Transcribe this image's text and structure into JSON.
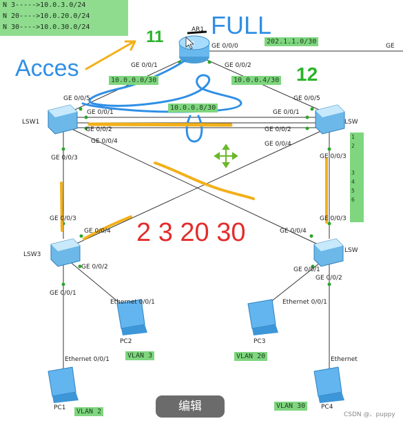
{
  "routes": [
    "N 3----->10.0.3.0/24",
    "N 20---->10.0.20.0/24",
    "N 30---->10.0.30.0/24"
  ],
  "devices": {
    "ar1": "AR1",
    "lsw1": "LSW1",
    "lsw2": "LSW",
    "lsw3": "LSW3",
    "lsw4": "LSW",
    "pc1": "PC1",
    "pc2": "PC2",
    "pc3": "PC3",
    "pc4": "PC4"
  },
  "ports": {
    "ar1_g000": "GE 0/0/0",
    "ar1_g001": "GE 0/0/1",
    "ar1_g002": "GE 0/0/2",
    "far_right": "GE",
    "lsw1_g005": "GE 0/0/5",
    "lsw1_g001": "GE 0/0/1",
    "lsw1_g002": "GE 0/0/2",
    "lsw1_g004": "GE 0/0/4",
    "lsw1_g003": "GE 0/0/3",
    "lsw2_g005": "GE 0/0/5",
    "lsw2_g001": "GE 0/0/1",
    "lsw2_g002": "GE 0/0/2",
    "lsw2_g004": "GE 0/0/4",
    "lsw2_g003": "GE 0/0/3",
    "lsw3_g003": "GE 0/0/3",
    "lsw3_g004": "GE 0/0/4",
    "lsw3_g002": "GE 0/0/2",
    "lsw3_g001": "GE 0/0/1",
    "lsw4_g003": "GE 0/0/3",
    "lsw4_g004": "GE 0/0/4",
    "lsw4_g001": "GE 0/0/1",
    "lsw4_g002": "GE 0/0/2",
    "pc1_eth": "Ethernet 0/0/1",
    "pc2_eth": "Ethernet 0/0/1",
    "pc3_eth": "Ethernet 0/0/1",
    "pc4_eth": "Ethernet"
  },
  "subnets": {
    "wan": "202.1.1.0/30",
    "ar_lsw1": "10.0.0.0/30",
    "ar_lsw2": "10.0.0.4/30",
    "lsw1_lsw2": "10.0.0.8/30"
  },
  "vlans": {
    "pc1": "VLAN 2",
    "pc2": "VLAN 3",
    "pc3": "VLAN 20",
    "pc4": "VLAN 30"
  },
  "right_panel": [
    "1",
    "2",
    "3",
    "4",
    "5",
    "6"
  ],
  "annotations": {
    "full": "FULL",
    "acces": "Acces",
    "l1": "11",
    "l2": "12",
    "red": "2 3 20 30"
  },
  "colors": {
    "blue_annot": "#2f8fe6",
    "orange_annot": "#f2b01a",
    "red_annot": "#e32c2c",
    "green_label": "#7fd67f",
    "green_annot": "#29b329"
  },
  "ui": {
    "edit_button": "编辑",
    "watermark": "CSDN @、puppy"
  }
}
